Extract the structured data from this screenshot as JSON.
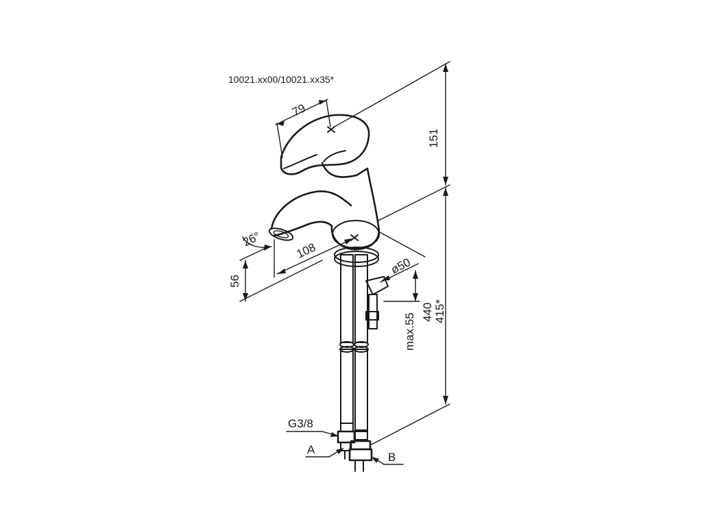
{
  "model_code": "10021.xx00/10021.xx35*",
  "dimensions": {
    "handle_width": "79",
    "height_upper": "151",
    "spout_angle": "26°",
    "spout_reach": "108",
    "spout_height": "56",
    "base_diameter": "ø50",
    "max_thickness": "max.55",
    "hose_length_a": "440",
    "hose_length_b": "415*"
  },
  "callouts": {
    "thread": "G3/8",
    "hose_a": "A",
    "hose_b": "B"
  }
}
